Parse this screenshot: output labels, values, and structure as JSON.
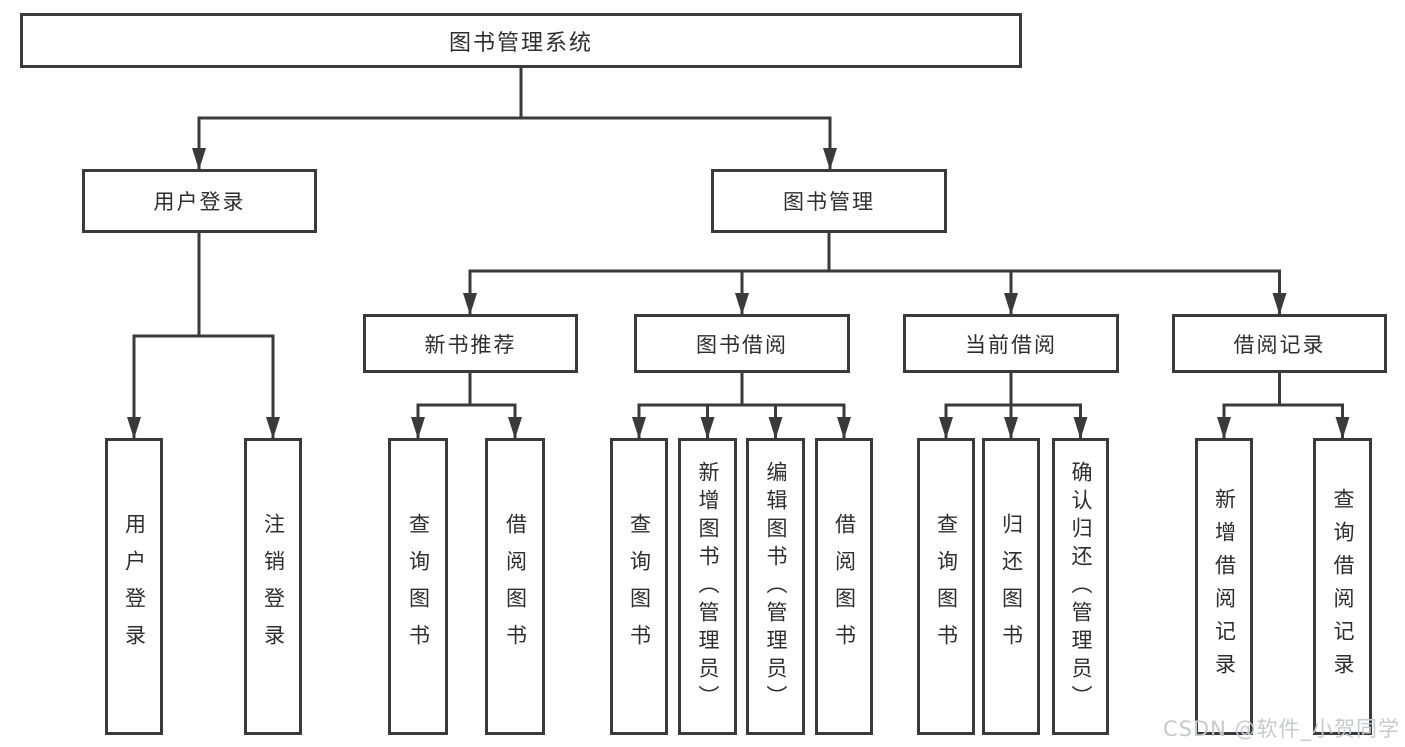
{
  "diagram": {
    "root": {
      "label": "图书管理系统"
    },
    "branches": [
      {
        "label": "用户登录",
        "children": [
          {
            "label": "用户登录"
          },
          {
            "label": "注销登录"
          }
        ]
      },
      {
        "label": "图书管理",
        "sections": [
          {
            "label": "新书推荐",
            "children": [
              {
                "label": "查询图书"
              },
              {
                "label": "借阅图书"
              }
            ]
          },
          {
            "label": "图书借阅",
            "children": [
              {
                "label": "查询图书"
              },
              {
                "label": "新增图书（管理员）"
              },
              {
                "label": "编辑图书（管理员）"
              },
              {
                "label": "借阅图书"
              }
            ]
          },
          {
            "label": "当前借阅",
            "children": [
              {
                "label": "查询图书"
              },
              {
                "label": "归还图书"
              },
              {
                "label": "确认归还（管理员）"
              }
            ]
          },
          {
            "label": "借阅记录",
            "children": [
              {
                "label": "新增借阅记录"
              },
              {
                "label": "查询借阅记录"
              }
            ]
          }
        ]
      }
    ]
  },
  "watermark": "CSDN @软件_小贺同学",
  "colors": {
    "line": "#3a3a3a",
    "text": "#2e2e2e",
    "watermark": "#c7c9cc",
    "background": "#ffffff"
  }
}
